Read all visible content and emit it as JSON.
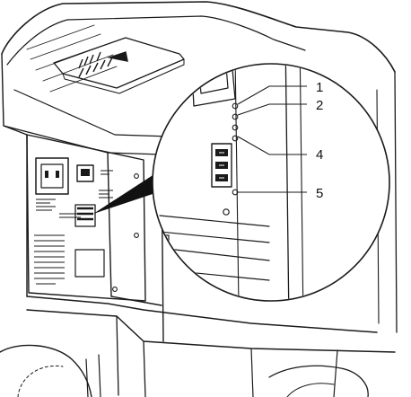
{
  "diagram": {
    "line_color": "#1a1a1a",
    "background": "#ffffff",
    "callouts": [
      {
        "id": "1",
        "label": "1"
      },
      {
        "id": "2",
        "label": "2"
      },
      {
        "id": "4",
        "label": "4"
      },
      {
        "id": "5",
        "label": "5"
      }
    ]
  }
}
